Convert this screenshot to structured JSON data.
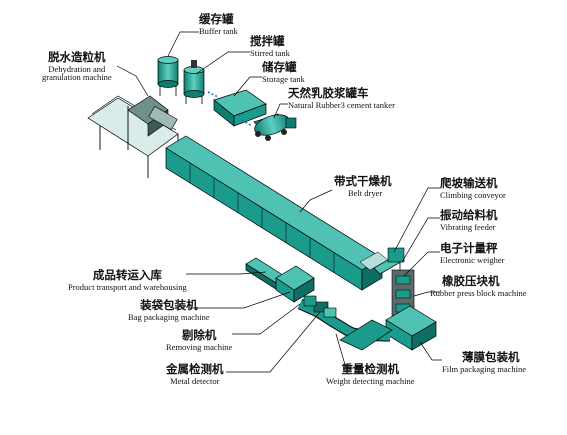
{
  "diagram": {
    "colors": {
      "equipment": "#1a9b8c",
      "equipment_dark": "#0e6e63",
      "equipment_light": "#4fc2b3",
      "outline": "#000000",
      "leader": "#000000"
    },
    "labels": {
      "buffer_tank": {
        "zh": "缓存罐",
        "en": "Buffer tank"
      },
      "stirred_tank": {
        "zh": "搅拌罐",
        "en": "Stirred tank"
      },
      "storage_tank": {
        "zh": "储存罐",
        "en": "Storage tank"
      },
      "cement_tanker": {
        "zh": "天然乳胶浆罐车",
        "en": "Natural Rubber3 cement tanker"
      },
      "dehydration": {
        "zh": "脱水造粒机",
        "en1": "Dehydration and",
        "en2": "granulation machine"
      },
      "belt_dryer": {
        "zh": "带式干燥机",
        "en": "Belt dryer"
      },
      "climbing_conveyor": {
        "zh": "爬坡输送机",
        "en": "Climbing conveyor"
      },
      "vibrating_feeder": {
        "zh": "振动给料机",
        "en": "Vibrating feeder"
      },
      "electronic_weigher": {
        "zh": "电子计量秤",
        "en": "Electronic weigher"
      },
      "rubber_press": {
        "zh": "橡胶压块机",
        "en": "Rubber press block machine"
      },
      "product_transport": {
        "zh": "成品转运入库",
        "en": "Product transport and warehousing"
      },
      "bag_packaging": {
        "zh": "装袋包装机",
        "en": "Bag packaging machine"
      },
      "removing_machine": {
        "zh": "剔除机",
        "en": "Removing machine"
      },
      "metal_detector": {
        "zh": "金属检测机",
        "en": "Metal detector"
      },
      "weight_detecting": {
        "zh": "重量检测机",
        "en": "Weight detecting machine"
      },
      "film_packaging": {
        "zh": "薄膜包装机",
        "en": "Film packaging machine"
      }
    }
  }
}
